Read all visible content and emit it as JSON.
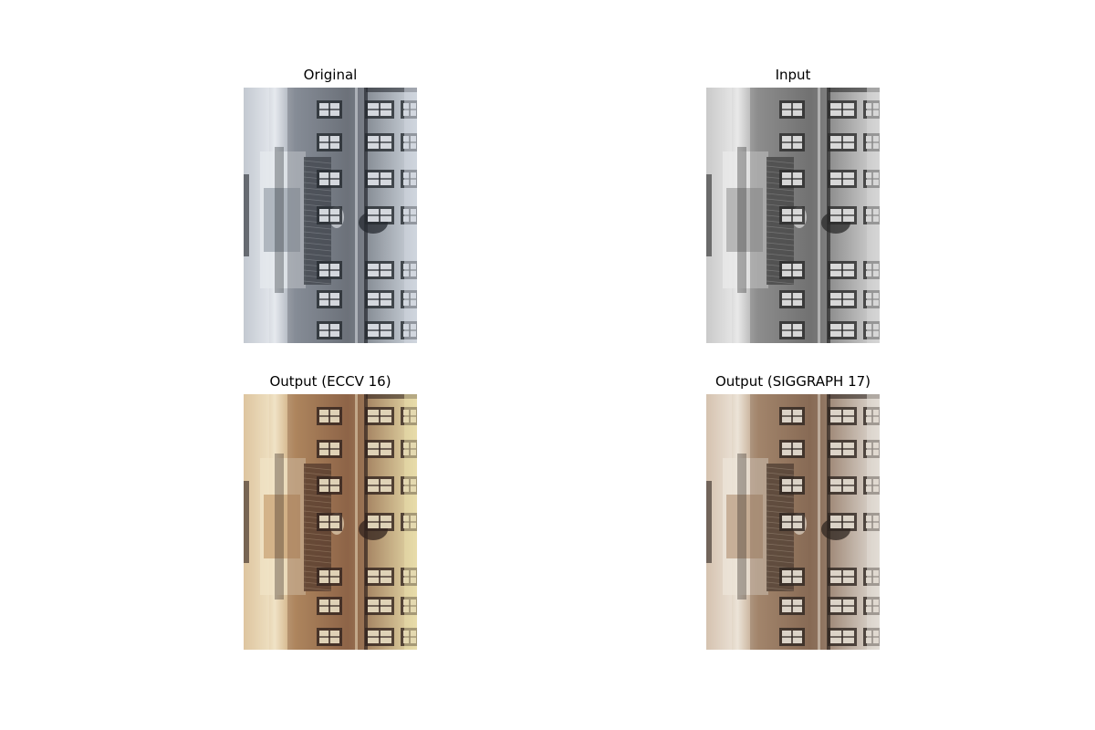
{
  "figure": {
    "panels": [
      {
        "id": "original",
        "title": "Original",
        "tone": {
          "base": "#9aa2ad",
          "wall": "#6c727a",
          "dark": "#262a30",
          "light": "#e6e9ee",
          "sky": "#cfd6de"
        }
      },
      {
        "id": "input",
        "title": "Input",
        "tone": {
          "base": "#a3a3a3",
          "wall": "#727272",
          "dark": "#2a2a2a",
          "light": "#e9e9e9",
          "sky": "#d6d6d6"
        }
      },
      {
        "id": "eccv",
        "title": "Output (ECCV 16)",
        "tone": {
          "base": "#c7a070",
          "wall": "#8d6448",
          "dark": "#32231e",
          "light": "#f0e3c6",
          "sky": "#e8dcaa"
        }
      },
      {
        "id": "siggraph",
        "title": "Output (SIGGRAPH 17)",
        "tone": {
          "base": "#b89a7e",
          "wall": "#876a55",
          "dark": "#2e2520",
          "light": "#ece4d8",
          "sky": "#e2ddd6"
        }
      }
    ]
  }
}
